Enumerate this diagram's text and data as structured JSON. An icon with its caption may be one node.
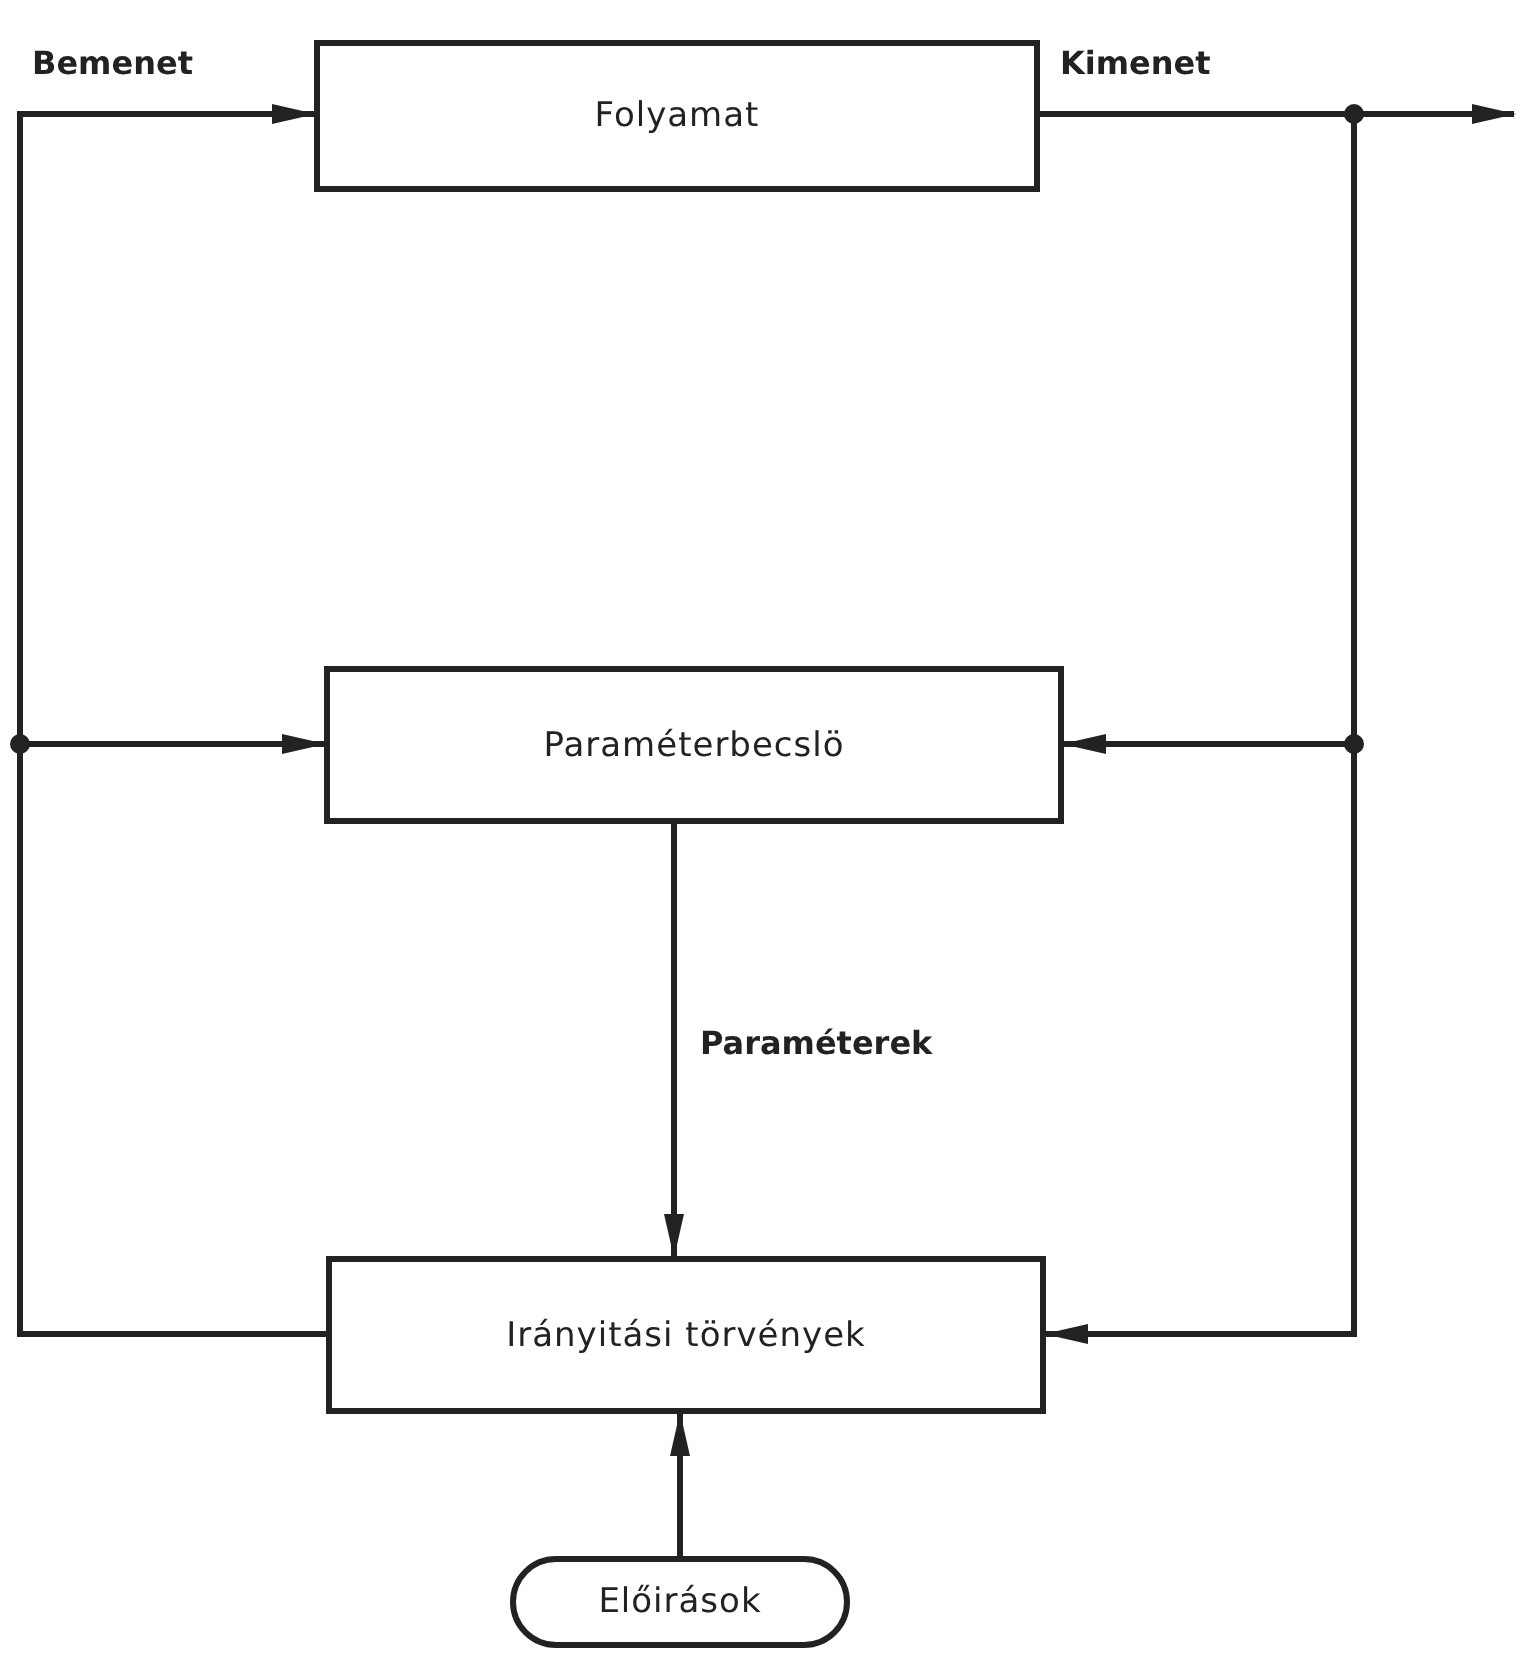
{
  "diagram": {
    "nodes": [
      {
        "text": [
          "Folyamat"
        ]
      },
      {
        "text": [
          "Paraméterbecslö"
        ]
      },
      {
        "text": [
          "Irányitási törvények"
        ]
      },
      {
        "text": [
          "Előirások"
        ]
      }
    ],
    "edges": [
      {
        "from": 2,
        "to": 0,
        "arrow": "to",
        "label": "Bemenet"
      },
      {
        "from": 2,
        "to": 1,
        "arrow": "to"
      },
      {
        "from": 0,
        "to": null,
        "arrow": "to",
        "label": "Kimenet"
      },
      {
        "from": 0,
        "to": 1,
        "arrow": "to"
      },
      {
        "from": 0,
        "to": 2,
        "arrow": "to"
      },
      {
        "from": 1,
        "to": 2,
        "arrow": "to",
        "label": "Paraméterek"
      },
      {
        "from": 3,
        "to": 2,
        "arrow": "to"
      }
    ]
  }
}
